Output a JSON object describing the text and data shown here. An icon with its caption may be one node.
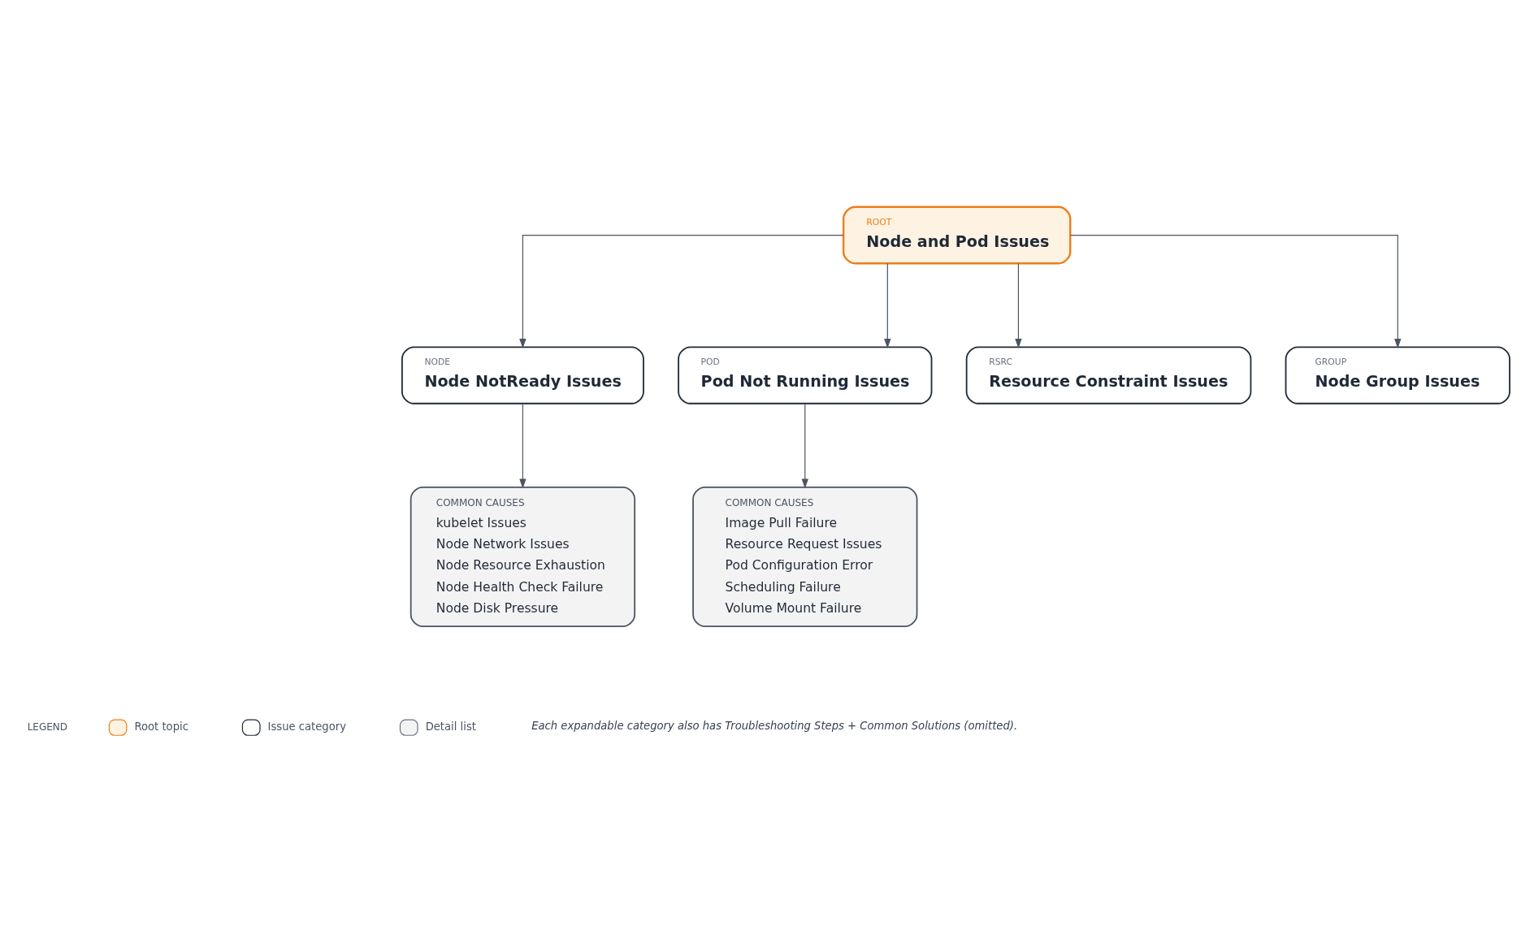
{
  "diagram": {
    "nodes": [
      {
        "text": [
          "ROOT",
          "Node and Pod Issues"
        ]
      },
      {
        "text": [
          "NODE",
          "Node NotReady Issues"
        ]
      },
      {
        "text": [
          "POD",
          "Pod Not Running Issues"
        ]
      },
      {
        "text": [
          "RSRC",
          "Resource Constraint Issues"
        ]
      },
      {
        "text": [
          "GROUP",
          "Node Group Issues"
        ]
      },
      {
        "text": [
          "COMMON CAUSES",
          "kubelet Issues",
          "Node Network Issues",
          "Node Resource Exhaustion",
          "Node Health Check Failure",
          "Node Disk Pressure"
        ]
      },
      {
        "text": [
          "COMMON CAUSES",
          "Image Pull Failure",
          "Resource Request Issues",
          "Pod Configuration Error",
          "Scheduling Failure",
          "Volume Mount Failure"
        ]
      }
    ],
    "edges": [
      {
        "from": 0,
        "to": 1,
        "arrow": "to"
      },
      {
        "from": 0,
        "to": 2,
        "arrow": "to"
      },
      {
        "from": 0,
        "to": 3,
        "arrow": "to"
      },
      {
        "from": 0,
        "to": 4,
        "arrow": "to"
      },
      {
        "from": 1,
        "to": 5,
        "arrow": "to"
      },
      {
        "from": 2,
        "to": 6,
        "arrow": "to"
      }
    ],
    "labels": [
      "LEGEND",
      "Each expandable category also has Troubleshooting Steps + Common Solutions (omitted)."
    ],
    "legend": [
      {
        "text": "Root topic",
        "color": "#fef3e2"
      },
      {
        "text": "Issue category",
        "color": "#ffffff"
      },
      {
        "text": "Detail list",
        "color": "#f3f3f4"
      }
    ]
  }
}
